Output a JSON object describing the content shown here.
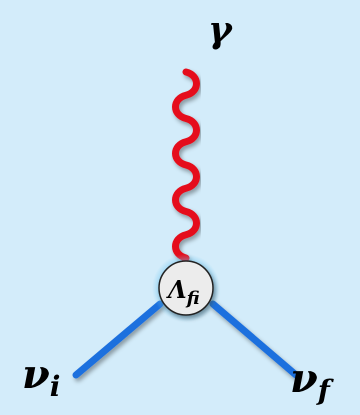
{
  "diagram": {
    "labels": {
      "photon": "γ",
      "vertex_main": "Λ",
      "vertex_sub": "fi",
      "nu_initial_main": "ν",
      "nu_initial_sub": "i",
      "nu_final_main": "ν",
      "nu_final_sub": "f"
    },
    "colors": {
      "background": "#d3ecfa",
      "photon": "#e5101a",
      "neutrino": "#1f6fde",
      "vertex_fill": "#ececec",
      "vertex_glow": "#6ec6f2",
      "text": "#000000"
    }
  }
}
